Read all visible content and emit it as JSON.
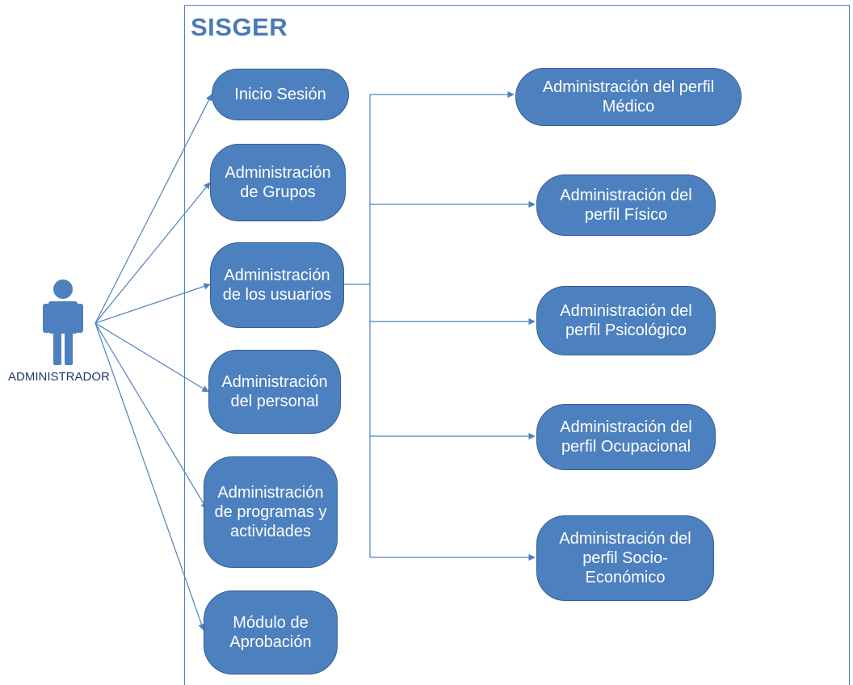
{
  "diagram": {
    "system_title": "SISGER",
    "actor": {
      "label": "ADMINISTRADOR"
    },
    "use_cases": [
      {
        "id": "uc-inicio-sesion",
        "label": "Inicio Sesión"
      },
      {
        "id": "uc-admin-grupos",
        "label": "Administración\nde Grupos"
      },
      {
        "id": "uc-admin-usuarios",
        "label": "Administración\nde los usuarios"
      },
      {
        "id": "uc-admin-personal",
        "label": "Administración\ndel personal"
      },
      {
        "id": "uc-admin-programas",
        "label": "Administración\nde programas y\nactividades"
      },
      {
        "id": "uc-modulo-aprobacion",
        "label": "Módulo de\nAprobación"
      }
    ],
    "sub_use_cases": [
      {
        "id": "uc-perfil-medico",
        "label": "Administración del perfil\nMédico"
      },
      {
        "id": "uc-perfil-fisico",
        "label": "Administración del\nperfil Físico"
      },
      {
        "id": "uc-perfil-psicologico",
        "label": "Administración del\nperfil Psicológico"
      },
      {
        "id": "uc-perfil-ocupacional",
        "label": "Administración del\nperfil Ocupacional"
      },
      {
        "id": "uc-perfil-socioeconomico",
        "label": "Administración del\nperfil Socio-\nEconómico"
      }
    ],
    "colors": {
      "use_case_fill": "#4d80bf",
      "use_case_text": "#ffffff",
      "line": "#4f81bd",
      "actor": "#4d80bf"
    }
  }
}
